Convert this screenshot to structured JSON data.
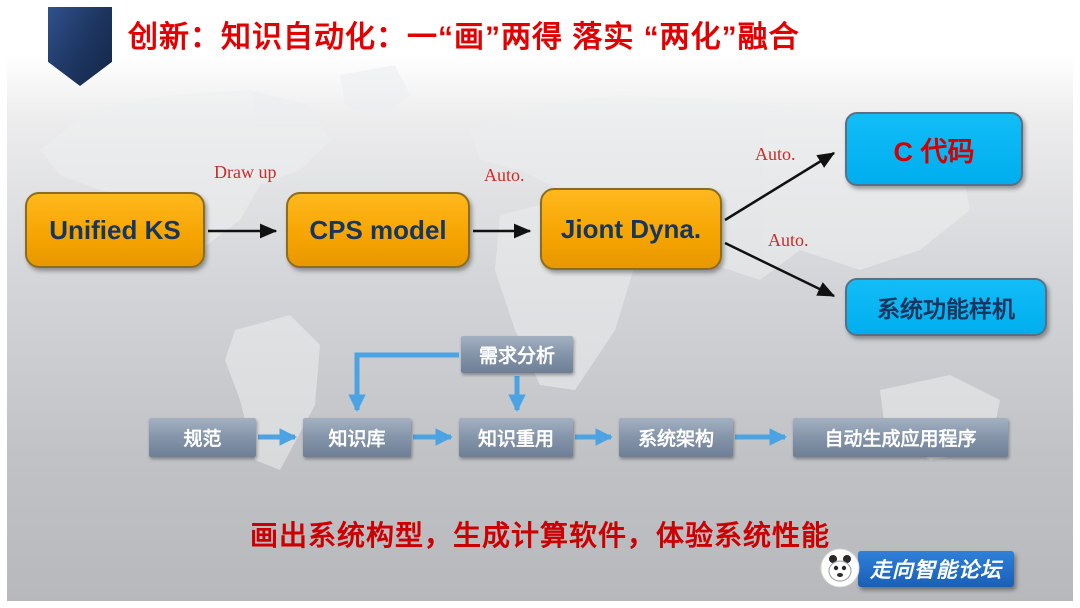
{
  "title": "创新：知识自动化：一“画”两得 落实 “两化”融合",
  "top_flow": {
    "unified_ks": "Unified KS",
    "cps_model": "CPS model",
    "jiont_dyna": "Jiont Dyna.",
    "c_code": "C 代码",
    "system_prototype": "系统功能样机",
    "labels": {
      "draw_up": "Draw up",
      "auto_mid": "Auto.",
      "auto_up": "Auto.",
      "auto_down": "Auto."
    }
  },
  "bottom_flow": {
    "requirement_analysis": "需求分析",
    "specification": "规范",
    "knowledge_base": "知识库",
    "knowledge_reuse": "知识重用",
    "system_architecture": "系统架构",
    "auto_generate_app": "自动生成应用程序"
  },
  "footer": "画出系统构型，生成计算软件，体验系统性能",
  "watermark": "走向智能论坛",
  "colors": {
    "title_red": "#e30000",
    "orange_box": "#f5a400",
    "cyan_box": "#00aeee",
    "navy_text": "#17365d",
    "gray_blue_box": "#8494a9",
    "blue_arrow": "#4ba3e3",
    "footer_red": "#cc0000",
    "watermark_blue": "#1a5fb6"
  }
}
